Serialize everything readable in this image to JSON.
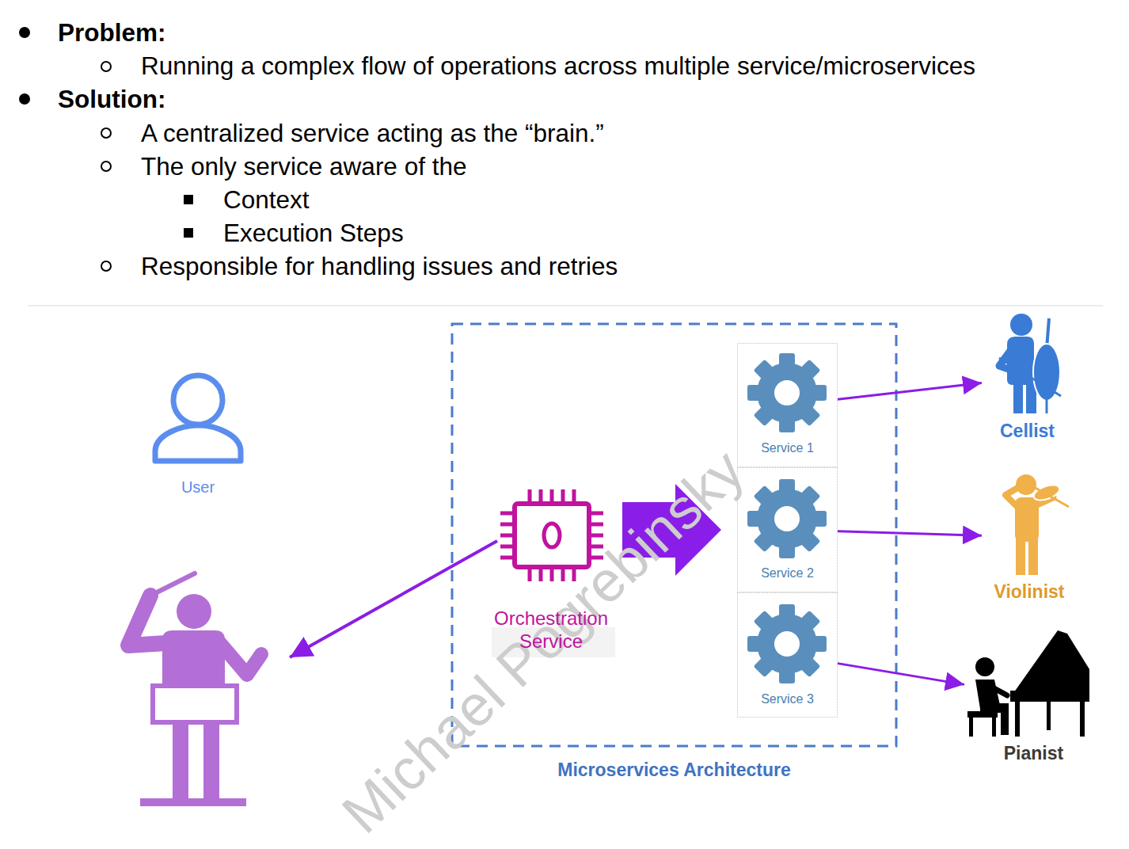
{
  "diagram": {
    "nodes": [
      {
        "text": [
          "User"
        ]
      },
      {
        "text": [
          "Microservices Architecture"
        ]
      },
      {
        "text": [
          "Orchestration Service"
        ],
        "in": 1
      },
      {
        "text": [
          "Service 1"
        ],
        "in": 1
      },
      {
        "text": [
          "Service 2"
        ],
        "in": 1
      },
      {
        "text": [
          "Service 3"
        ],
        "in": 1
      },
      {
        "text": [
          "Cellist"
        ]
      },
      {
        "text": [
          "Violinist"
        ]
      },
      {
        "text": [
          "Pianist"
        ]
      }
    ],
    "edges": [
      {
        "from": 2,
        "to": 4,
        "arrow": "to"
      },
      {
        "from": 3,
        "to": 6,
        "arrow": "to"
      },
      {
        "from": 4,
        "to": 7,
        "arrow": "to"
      },
      {
        "from": 5,
        "to": 8,
        "arrow": "to"
      }
    ],
    "labels": [
      "Problem:",
      "Running a complex flow of operations across multiple service/microservices",
      "Solution:",
      "A centralized service acting as the “brain.”",
      "The only service aware of the",
      "Context",
      "Execution Steps",
      "Responsible for handling issues and retries",
      "Michael Pogrebinsky"
    ]
  }
}
